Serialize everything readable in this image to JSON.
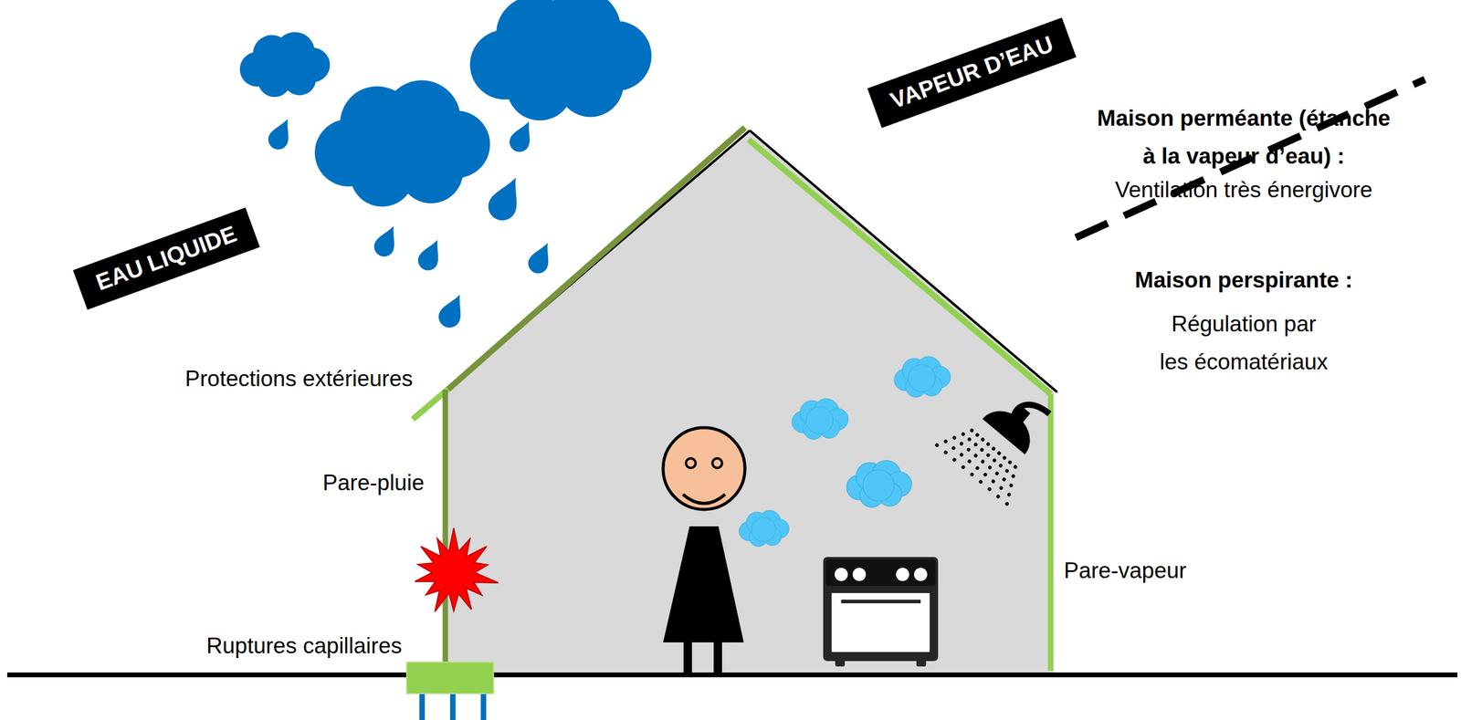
{
  "diagram": {
    "nodes": [
      {
        "text": [
          "EAU LIQUIDE"
        ]
      },
      {
        "text": [
          "VAPEUR D’EAU"
        ]
      }
    ],
    "labels": [
      "Maison perméante (étanche à la vapeur d’eau) :",
      "Ventilation très énergivore",
      "Maison perspirante :",
      "Régulation par les écomatériaux",
      "Protections extérieures",
      "Pare-pluie",
      "Ruptures capillaires",
      "Pare-vapeur"
    ]
  }
}
